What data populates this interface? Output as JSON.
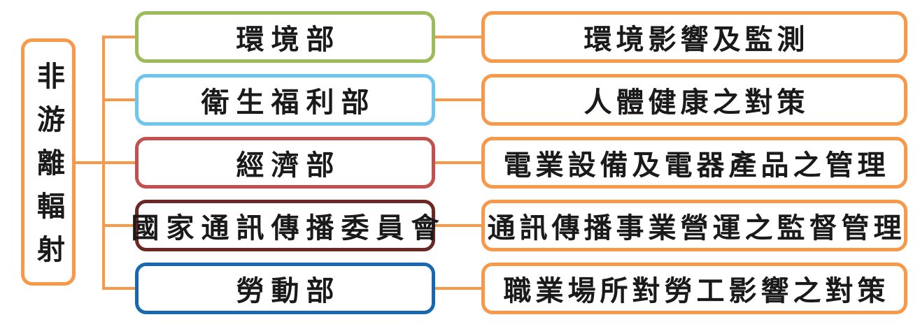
{
  "diagram": {
    "root": {
      "label": "非游離輻射"
    },
    "rows": [
      {
        "agency": "環境部",
        "responsibility": "環境影響及監測",
        "agency_border_color": "#9CBB59"
      },
      {
        "agency": "衛生福利部",
        "responsibility": "人體健康之對策",
        "agency_border_color": "#6EC5EE"
      },
      {
        "agency": "經濟部",
        "responsibility": "電業設備及電器產品之管理",
        "agency_border_color": "#C2504E"
      },
      {
        "agency": "國家通訊傳播委員會",
        "responsibility": "通訊傳播事業營運之監督管理",
        "agency_border_color": "#692823"
      },
      {
        "agency": "勞動部",
        "responsibility": "職業場所對勞工影響之對策",
        "agency_border_color": "#1768B1"
      }
    ],
    "colors": {
      "connector": "#F89949",
      "root_border": "#F89949",
      "responsibility_border": "#F89949",
      "text": "#1A1A1A",
      "background": "#FFFFFF"
    }
  }
}
